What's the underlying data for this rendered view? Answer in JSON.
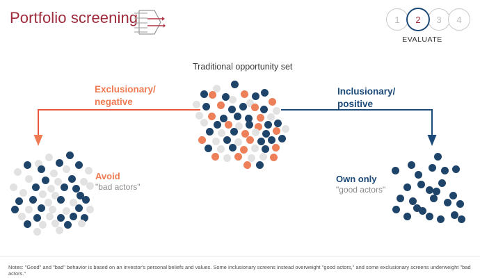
{
  "slide": {
    "title": "Portfolio screening",
    "title_icon": "funnel-filter-icon",
    "background": "#ffffff"
  },
  "pager": {
    "steps": [
      {
        "number": "1",
        "active": false
      },
      {
        "number": "2",
        "active": true
      },
      {
        "number": "3",
        "active": false
      },
      {
        "number": "4",
        "active": false
      }
    ],
    "label": "EVALUATE",
    "active_border_color": "#1c4a78",
    "active_number_color": "#a32a38",
    "inactive_color": "#bdbdbd"
  },
  "center": {
    "caption": "Traditional opportunity set"
  },
  "branches": {
    "left": {
      "label": "Exclusionary/\nnegative",
      "color": "#ef7b54",
      "outcome_headline": "Avoid",
      "outcome_sub": "\"bad actors\""
    },
    "right": {
      "label": "Inclusionary/\npositive",
      "color": "#1c4a78",
      "outcome_headline": "Own only",
      "outcome_sub": "\"good actors\""
    }
  },
  "legend_colors": {
    "navy": "#1f4469",
    "orange": "#ed8059",
    "grey": "#e2e2e2",
    "title_red": "#9e2b3b"
  },
  "footnote": "Notes: \"Good\" and \"bad\" behavior is based on an investor's personal beliefs and values. Some inclusionary screens instead overweight \"good actors,\" and some exclusionary screens underweight \"bad actors.\"",
  "chart_data": {
    "type": "scatter",
    "title": "Portfolio screening",
    "xlabel": "",
    "ylabel": "",
    "description": "Three dot clusters representing investment universes; a central traditional opportunity set splits via exclusionary and inclusionary screens into two filtered sets.",
    "series": [
      {
        "name": "navy dots (neutral/good holdings)",
        "color": "#1f4469"
      },
      {
        "name": "orange dots (bad actors)",
        "color": "#ed8059"
      },
      {
        "name": "grey dots (screened out / neutral)",
        "color": "#e2e2e2"
      }
    ],
    "clusters": [
      {
        "name": "traditional-opportunity-set",
        "caption": "Traditional opportunity set",
        "counts": {
          "navy": 30,
          "orange": 18,
          "grey": 22
        },
        "points": [
          {
            "x": 58,
            "y": 8,
            "c": "navy",
            "r": 5.5
          },
          {
            "x": 32,
            "y": 14,
            "c": "grey",
            "r": 5.5
          },
          {
            "x": 14,
            "y": 22,
            "c": "navy",
            "r": 5.5
          },
          {
            "x": 45,
            "y": 26,
            "c": "navy",
            "r": 5.5
          },
          {
            "x": 72,
            "y": 22,
            "c": "orange",
            "r": 5.5
          },
          {
            "x": 88,
            "y": 25,
            "c": "navy",
            "r": 5.5
          },
          {
            "x": 101,
            "y": 20,
            "c": "navy",
            "r": 5.5
          },
          {
            "x": 26,
            "y": 23,
            "c": "orange",
            "r": 5.5
          },
          {
            "x": 3,
            "y": 37,
            "c": "grey",
            "r": 5.5
          },
          {
            "x": 55,
            "y": 30,
            "c": "grey",
            "r": 5.5
          },
          {
            "x": 80,
            "y": 35,
            "c": "grey",
            "r": 5.5
          },
          {
            "x": 112,
            "y": 33,
            "c": "orange",
            "r": 5.5
          },
          {
            "x": 17,
            "y": 40,
            "c": "navy",
            "r": 5.5
          },
          {
            "x": 38,
            "y": 38,
            "c": "orange",
            "r": 5.5
          },
          {
            "x": 54,
            "y": 44,
            "c": "navy",
            "r": 5.5
          },
          {
            "x": 70,
            "y": 40,
            "c": "navy",
            "r": 5.5
          },
          {
            "x": 87,
            "y": 41,
            "c": "orange",
            "r": 5.5
          },
          {
            "x": 100,
            "y": 44,
            "c": "navy",
            "r": 5.5
          },
          {
            "x": 118,
            "y": 46,
            "c": "grey",
            "r": 5.5
          },
          {
            "x": 7,
            "y": 53,
            "c": "grey",
            "r": 5.5
          },
          {
            "x": 25,
            "y": 54,
            "c": "orange",
            "r": 5.5
          },
          {
            "x": 42,
            "y": 57,
            "c": "navy",
            "r": 5.5
          },
          {
            "x": 62,
            "y": 54,
            "c": "navy",
            "r": 5.5
          },
          {
            "x": 78,
            "y": 57,
            "c": "navy",
            "r": 5.5
          },
          {
            "x": 95,
            "y": 56,
            "c": "orange",
            "r": 5.5
          },
          {
            "x": 110,
            "y": 55,
            "c": "grey",
            "r": 5.5
          },
          {
            "x": 14,
            "y": 63,
            "c": "grey",
            "r": 5.5
          },
          {
            "x": 33,
            "y": 66,
            "c": "navy",
            "r": 5.5
          },
          {
            "x": 49,
            "y": 66,
            "c": "orange",
            "r": 5.5
          },
          {
            "x": 64,
            "y": 68,
            "c": "grey",
            "r": 5.5
          },
          {
            "x": 79,
            "y": 66,
            "c": "navy",
            "r": 5.5
          },
          {
            "x": 92,
            "y": 69,
            "c": "orange",
            "r": 5.5
          },
          {
            "x": 106,
            "y": 66,
            "c": "navy",
            "r": 5.5
          },
          {
            "x": 120,
            "y": 64,
            "c": "navy",
            "r": 5.5
          },
          {
            "x": 22,
            "y": 76,
            "c": "navy",
            "r": 5.5
          },
          {
            "x": 39,
            "y": 78,
            "c": "grey",
            "r": 5.5
          },
          {
            "x": 57,
            "y": 76,
            "c": "navy",
            "r": 5.5
          },
          {
            "x": 73,
            "y": 79,
            "c": "orange",
            "r": 5.5
          },
          {
            "x": 88,
            "y": 77,
            "c": "grey",
            "r": 5.5
          },
          {
            "x": 103,
            "y": 79,
            "c": "navy",
            "r": 5.5
          },
          {
            "x": 118,
            "y": 75,
            "c": "orange",
            "r": 5.5
          },
          {
            "x": 131,
            "y": 72,
            "c": "grey",
            "r": 5.5
          },
          {
            "x": 11,
            "y": 88,
            "c": "orange",
            "r": 5.5
          },
          {
            "x": 31,
            "y": 90,
            "c": "grey",
            "r": 5.5
          },
          {
            "x": 47,
            "y": 88,
            "c": "navy",
            "r": 5.5
          },
          {
            "x": 63,
            "y": 91,
            "c": "grey",
            "r": 5.5
          },
          {
            "x": 80,
            "y": 88,
            "c": "orange",
            "r": 5.5
          },
          {
            "x": 96,
            "y": 90,
            "c": "navy",
            "r": 5.5
          },
          {
            "x": 111,
            "y": 88,
            "c": "navy",
            "r": 5.5
          },
          {
            "x": 126,
            "y": 86,
            "c": "navy",
            "r": 5.5
          },
          {
            "x": 20,
            "y": 100,
            "c": "navy",
            "r": 5.5
          },
          {
            "x": 38,
            "y": 101,
            "c": "grey",
            "r": 5.5
          },
          {
            "x": 55,
            "y": 99,
            "c": "navy",
            "r": 5.5
          },
          {
            "x": 71,
            "y": 102,
            "c": "orange",
            "r": 5.5
          },
          {
            "x": 87,
            "y": 100,
            "c": "grey",
            "r": 5.5
          },
          {
            "x": 102,
            "y": 101,
            "c": "navy",
            "r": 5.5
          },
          {
            "x": 117,
            "y": 99,
            "c": "orange",
            "r": 5.5
          },
          {
            "x": 30,
            "y": 112,
            "c": "orange",
            "r": 5.5
          },
          {
            "x": 47,
            "y": 114,
            "c": "grey",
            "r": 5.5
          },
          {
            "x": 63,
            "y": 112,
            "c": "orange",
            "r": 5.5
          },
          {
            "x": 82,
            "y": 114,
            "c": "grey",
            "r": 5.5
          },
          {
            "x": 99,
            "y": 112,
            "c": "grey",
            "r": 5.5
          },
          {
            "x": 114,
            "y": 113,
            "c": "orange",
            "r": 5.5
          },
          {
            "x": 76,
            "y": 124,
            "c": "orange",
            "r": 5.5
          },
          {
            "x": 94,
            "y": 124,
            "c": "navy",
            "r": 5.5
          }
        ]
      },
      {
        "name": "avoid-bad-actors",
        "caption": "Avoid \"bad actors\"",
        "counts": {
          "navy": 27,
          "grey": 24
        },
        "points": [
          {
            "x": 53,
            "y": 5,
            "c": "grey",
            "r": 5.5
          },
          {
            "x": 83,
            "y": 2,
            "c": "navy",
            "r": 5.5
          },
          {
            "x": 22,
            "y": 16,
            "c": "navy",
            "r": 5.5
          },
          {
            "x": 38,
            "y": 14,
            "c": "grey",
            "r": 5.5
          },
          {
            "x": 68,
            "y": 13,
            "c": "navy",
            "r": 5.5
          },
          {
            "x": 96,
            "y": 16,
            "c": "navy",
            "r": 5.5
          },
          {
            "x": 8,
            "y": 26,
            "c": "grey",
            "r": 5.5
          },
          {
            "x": 42,
            "y": 22,
            "c": "navy",
            "r": 5.5
          },
          {
            "x": 60,
            "y": 28,
            "c": "grey",
            "r": 5.5
          },
          {
            "x": 78,
            "y": 22,
            "c": "grey",
            "r": 5.5
          },
          {
            "x": 110,
            "y": 24,
            "c": "grey",
            "r": 5.5
          },
          {
            "x": 24,
            "y": 36,
            "c": "grey",
            "r": 5.5
          },
          {
            "x": 48,
            "y": 38,
            "c": "navy",
            "r": 5.5
          },
          {
            "x": 66,
            "y": 40,
            "c": "grey",
            "r": 5.5
          },
          {
            "x": 86,
            "y": 36,
            "c": "navy",
            "r": 5.5
          },
          {
            "x": 103,
            "y": 40,
            "c": "grey",
            "r": 5.5
          },
          {
            "x": 2,
            "y": 48,
            "c": "grey",
            "r": 5.5
          },
          {
            "x": 34,
            "y": 48,
            "c": "navy",
            "r": 5.5
          },
          {
            "x": 56,
            "y": 50,
            "c": "grey",
            "r": 5.5
          },
          {
            "x": 75,
            "y": 48,
            "c": "navy",
            "r": 5.5
          },
          {
            "x": 92,
            "y": 50,
            "c": "navy",
            "r": 5.5
          },
          {
            "x": 112,
            "y": 46,
            "c": "grey",
            "r": 5.5
          },
          {
            "x": 16,
            "y": 56,
            "c": "grey",
            "r": 5.5
          },
          {
            "x": 44,
            "y": 58,
            "c": "grey",
            "r": 5.5
          },
          {
            "x": 62,
            "y": 60,
            "c": "grey",
            "r": 5.5
          },
          {
            "x": 98,
            "y": 60,
            "c": "navy",
            "r": 5.5
          },
          {
            "x": 10,
            "y": 68,
            "c": "navy",
            "r": 5.5
          },
          {
            "x": 30,
            "y": 66,
            "c": "navy",
            "r": 5.5
          },
          {
            "x": 52,
            "y": 70,
            "c": "grey",
            "r": 5.5
          },
          {
            "x": 70,
            "y": 66,
            "c": "navy",
            "r": 5.5
          },
          {
            "x": 88,
            "y": 70,
            "c": "grey",
            "r": 5.5
          },
          {
            "x": 106,
            "y": 66,
            "c": "navy",
            "r": 5.5
          },
          {
            "x": 4,
            "y": 80,
            "c": "navy",
            "r": 5.5
          },
          {
            "x": 24,
            "y": 80,
            "c": "grey",
            "r": 5.5
          },
          {
            "x": 42,
            "y": 78,
            "c": "navy",
            "r": 5.5
          },
          {
            "x": 58,
            "y": 80,
            "c": "grey",
            "r": 5.5
          },
          {
            "x": 78,
            "y": 82,
            "c": "grey",
            "r": 5.5
          },
          {
            "x": 96,
            "y": 78,
            "c": "navy",
            "r": 5.5
          },
          {
            "x": 112,
            "y": 80,
            "c": "grey",
            "r": 5.5
          },
          {
            "x": 14,
            "y": 90,
            "c": "grey",
            "r": 5.5
          },
          {
            "x": 36,
            "y": 92,
            "c": "navy",
            "r": 5.5
          },
          {
            "x": 54,
            "y": 90,
            "c": "grey",
            "r": 5.5
          },
          {
            "x": 70,
            "y": 92,
            "c": "navy",
            "r": 5.5
          },
          {
            "x": 88,
            "y": 90,
            "c": "navy",
            "r": 5.5
          },
          {
            "x": 104,
            "y": 92,
            "c": "navy",
            "r": 5.5
          },
          {
            "x": 22,
            "y": 101,
            "c": "navy",
            "r": 5.5
          },
          {
            "x": 44,
            "y": 102,
            "c": "grey",
            "r": 5.5
          },
          {
            "x": 62,
            "y": 100,
            "c": "grey",
            "r": 5.5
          },
          {
            "x": 80,
            "y": 102,
            "c": "navy",
            "r": 5.5
          },
          {
            "x": 100,
            "y": 100,
            "c": "grey",
            "r": 5.5
          },
          {
            "x": 36,
            "y": 112,
            "c": "grey",
            "r": 5.5
          },
          {
            "x": 68,
            "y": 110,
            "c": "grey",
            "r": 5.5
          }
        ]
      },
      {
        "name": "own-good-actors",
        "caption": "Own only \"good actors\"",
        "counts": {
          "navy": 26
        },
        "points": [
          {
            "x": 66,
            "y": 2,
            "c": "navy",
            "r": 5.5
          },
          {
            "x": 28,
            "y": 14,
            "c": "navy",
            "r": 5.5
          },
          {
            "x": 58,
            "y": 18,
            "c": "navy",
            "r": 5.5
          },
          {
            "x": 76,
            "y": 22,
            "c": "navy",
            "r": 5.5
          },
          {
            "x": 92,
            "y": 20,
            "c": "navy",
            "r": 5.5
          },
          {
            "x": 5,
            "y": 22,
            "c": "navy",
            "r": 5.5
          },
          {
            "x": 38,
            "y": 28,
            "c": "navy",
            "r": 5.5
          },
          {
            "x": 72,
            "y": 40,
            "c": "navy",
            "r": 5.5
          },
          {
            "x": 22,
            "y": 46,
            "c": "navy",
            "r": 5.5
          },
          {
            "x": 42,
            "y": 42,
            "c": "navy",
            "r": 5.5
          },
          {
            "x": 54,
            "y": 50,
            "c": "navy",
            "r": 5.5
          },
          {
            "x": 64,
            "y": 52,
            "c": "navy",
            "r": 5.5
          },
          {
            "x": 88,
            "y": 58,
            "c": "navy",
            "r": 5.5
          },
          {
            "x": 12,
            "y": 62,
            "c": "navy",
            "r": 5.5
          },
          {
            "x": 30,
            "y": 66,
            "c": "navy",
            "r": 5.5
          },
          {
            "x": 60,
            "y": 62,
            "c": "navy",
            "r": 5.5
          },
          {
            "x": 80,
            "y": 68,
            "c": "navy",
            "r": 5.5
          },
          {
            "x": 98,
            "y": 70,
            "c": "navy",
            "r": 5.5
          },
          {
            "x": 6,
            "y": 78,
            "c": "navy",
            "r": 5.5
          },
          {
            "x": 44,
            "y": 80,
            "c": "navy",
            "r": 5.5
          },
          {
            "x": 22,
            "y": 88,
            "c": "navy",
            "r": 5.5
          },
          {
            "x": 54,
            "y": 88,
            "c": "navy",
            "r": 5.5
          },
          {
            "x": 70,
            "y": 92,
            "c": "navy",
            "r": 5.5
          },
          {
            "x": 90,
            "y": 86,
            "c": "navy",
            "r": 5.5
          },
          {
            "x": 100,
            "y": 92,
            "c": "navy",
            "r": 5.5
          },
          {
            "x": 36,
            "y": 76,
            "c": "navy",
            "r": 5.5
          }
        ]
      }
    ],
    "arrows": [
      {
        "name": "exclusionary-arrow",
        "direction": "left-then-down",
        "color": "#ef7b54"
      },
      {
        "name": "inclusionary-arrow",
        "direction": "right-then-down",
        "color": "#1c4a78"
      }
    ]
  }
}
